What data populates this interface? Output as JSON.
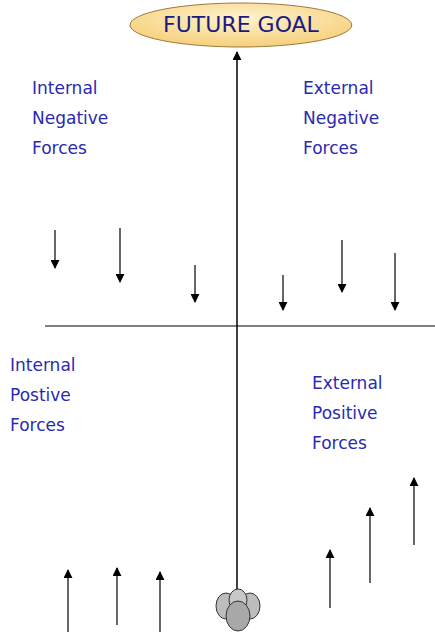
{
  "diagram": {
    "nodes": [
      {
        "text": [
          "FUTURE GOAL"
        ]
      }
    ],
    "labels": [
      "Internal Negative Forces",
      "External Negative Forces",
      "Internal Postive Forces",
      "External Positive Forces"
    ]
  }
}
